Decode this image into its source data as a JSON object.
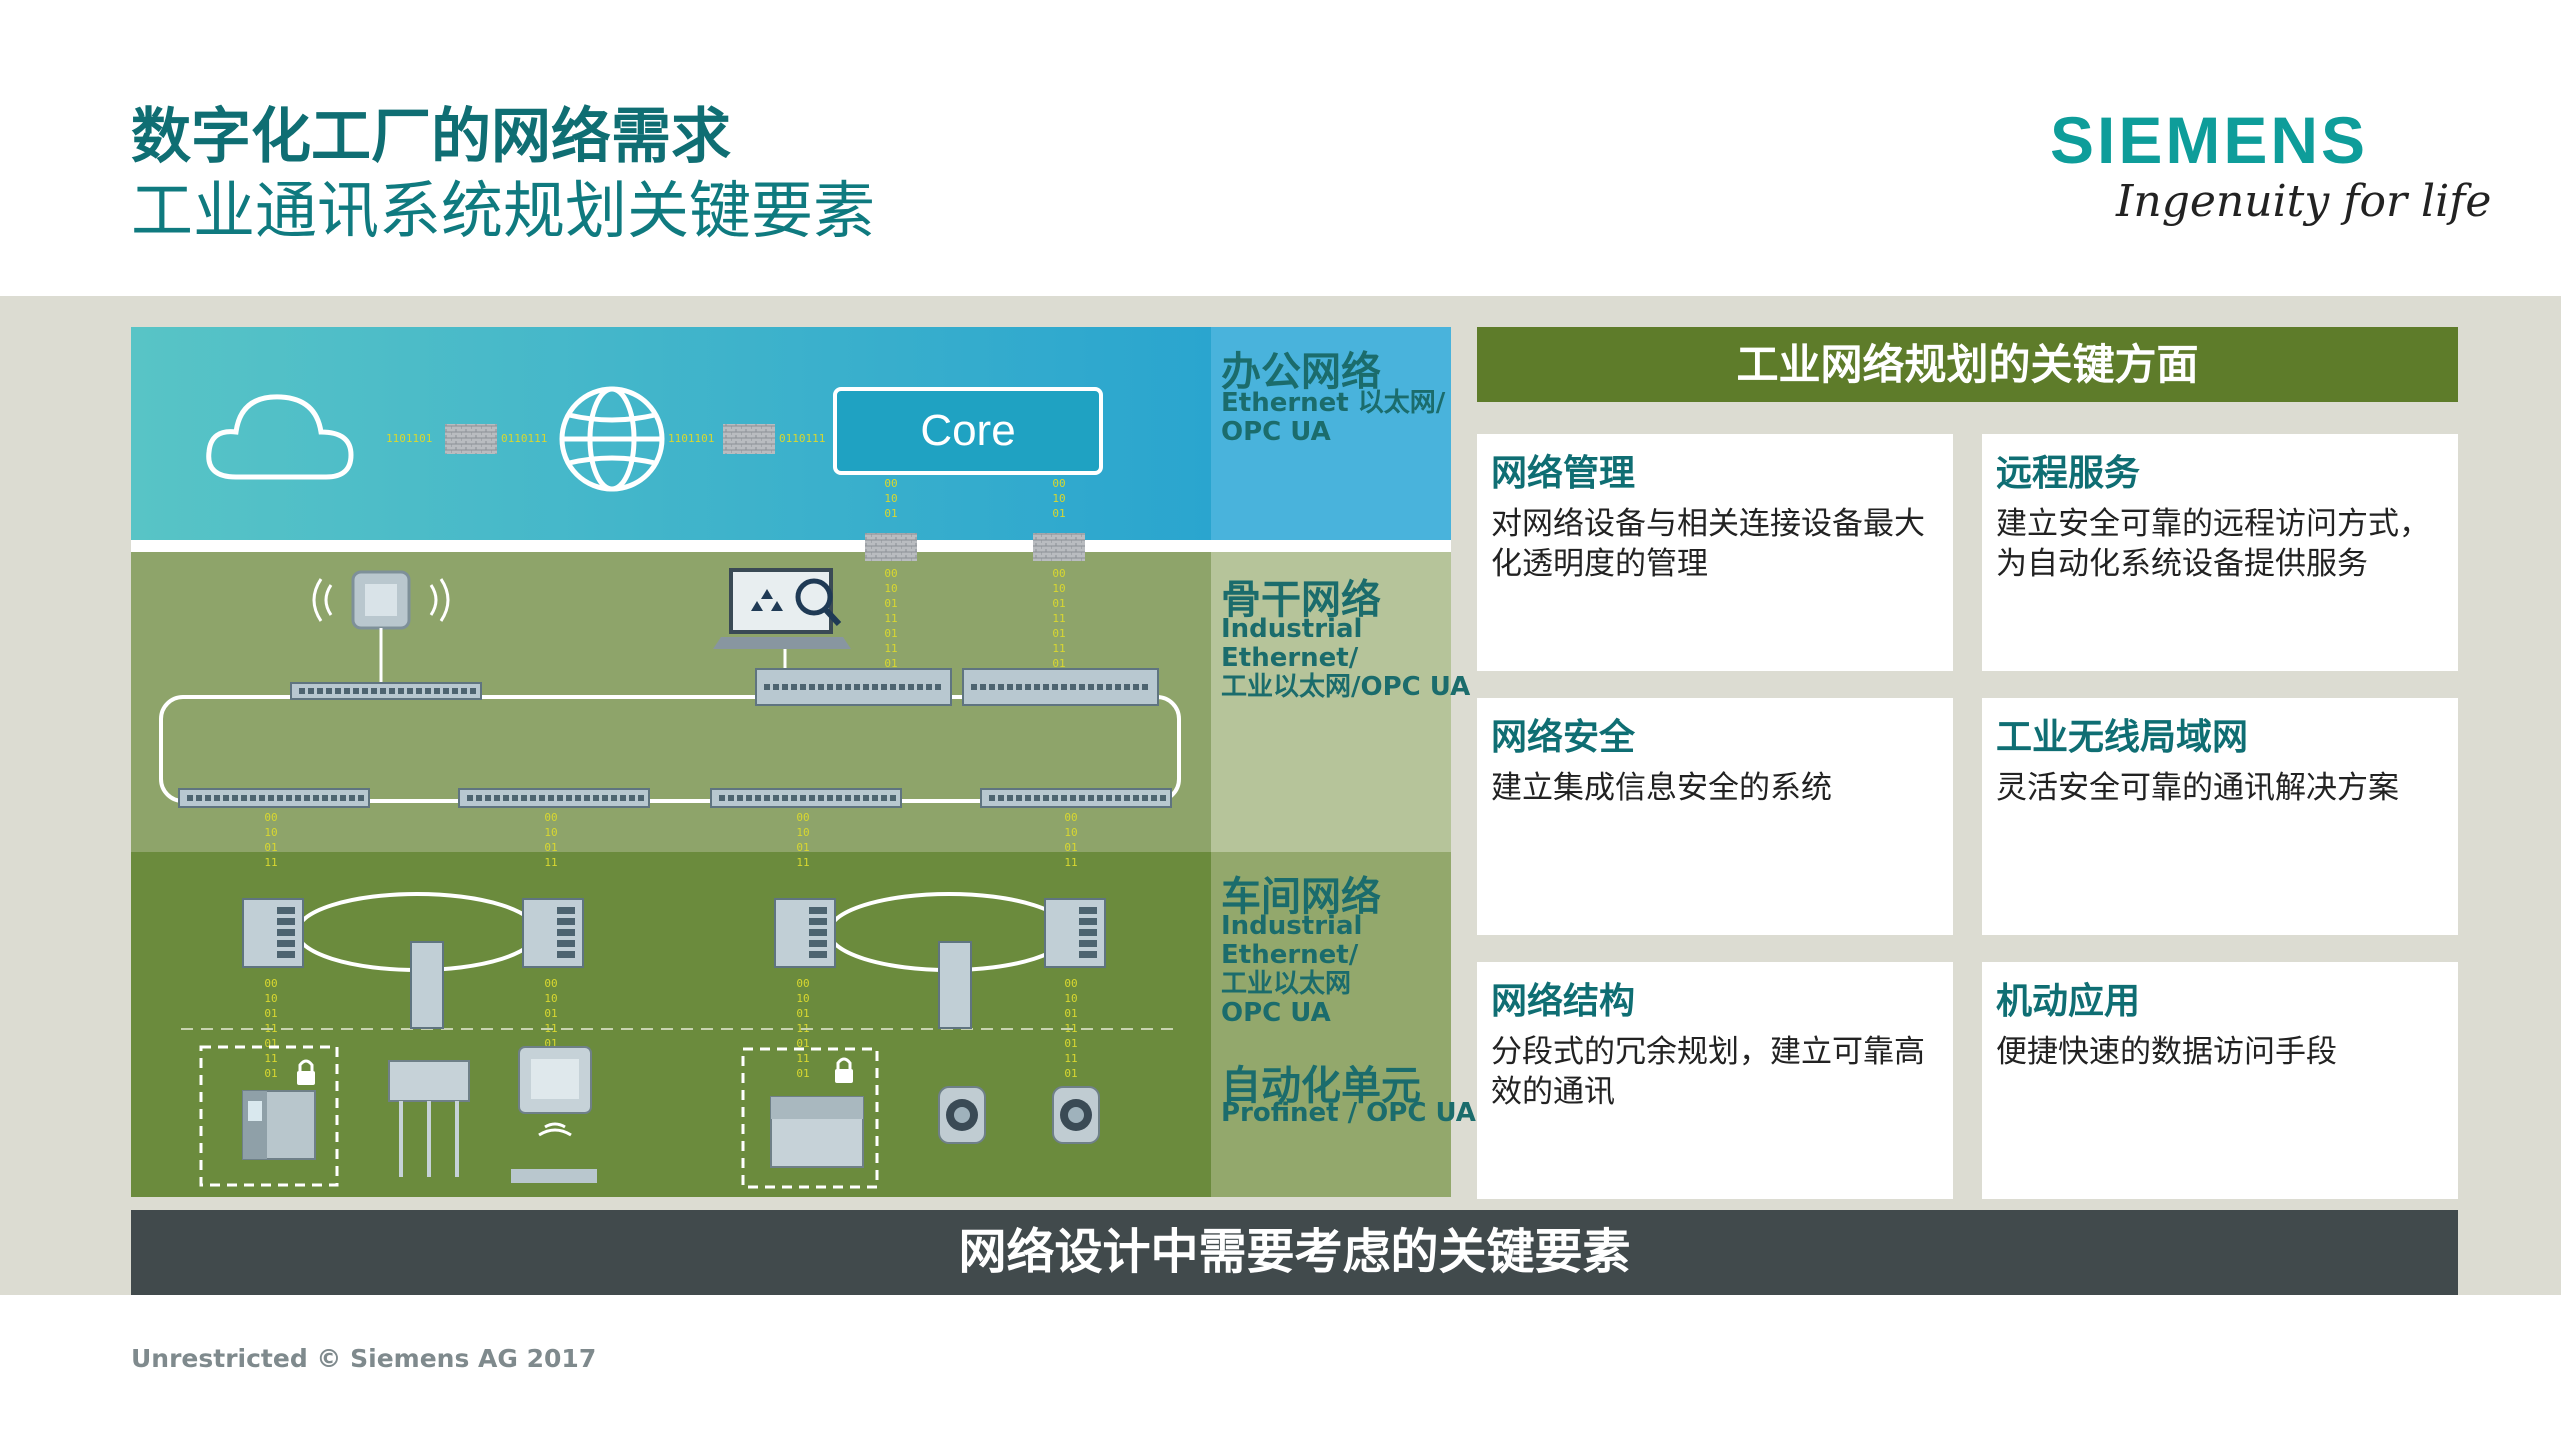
{
  "header": {
    "title": "数字化工厂的网络需求",
    "subtitle": "工业通讯系统规划关键要素"
  },
  "brand": {
    "name": "SIEMENS",
    "tagline": "Ingenuity for life",
    "color": "#0e9d9a"
  },
  "diagram": {
    "core_label": "Core",
    "binary_strings": [
      "1101101",
      "0110111",
      "1101101",
      "0110111"
    ],
    "binary_column": [
      "00",
      "10",
      "01",
      "11",
      "01",
      "11",
      "01",
      "10",
      "11",
      "00",
      "10"
    ],
    "layers": [
      {
        "title": "办公网络",
        "sub": [
          "Ethernet 以太网/",
          "OPC UA"
        ]
      },
      {
        "title": "骨干网络",
        "sub": [
          "Industrial",
          "Ethernet/",
          "工业以太网/OPC UA"
        ]
      },
      {
        "title": "车间网络",
        "sub": [
          "Industrial",
          "Ethernet/",
          "工业以太网",
          "OPC UA"
        ]
      },
      {
        "title": "自动化单元",
        "sub": [
          "Profinet / OPC UA"
        ]
      }
    ],
    "colors": {
      "office": "#3fb6c8",
      "backbone": "#8ea46a",
      "shop": "#6b8b3d",
      "label_bg_office": "#49b3dc",
      "label_bg_backbone": "#b6c49a",
      "label_bg_shop": "#93a86c"
    }
  },
  "panel": {
    "title": "工业网络规划的关键方面",
    "cards": [
      {
        "title": "网络管理",
        "body": "对网络设备与相关连接设备最大化透明度的管理"
      },
      {
        "title": "远程服务",
        "body": "建立安全可靠的远程访问方式，为自动化系统设备提供服务"
      },
      {
        "title": "网络安全",
        "body": "建立集成信息安全的系统"
      },
      {
        "title": "工业无线局域网",
        "body": "灵活安全可靠的通讯解决方案"
      },
      {
        "title": "网络结构",
        "body": "分段式的冗余规划，建立可靠高效的通讯"
      },
      {
        "title": "机动应用",
        "body": "便捷快速的数据访问手段"
      }
    ]
  },
  "footer": {
    "bar": "网络设计中需要考虑的关键要素",
    "copyright": "Unrestricted © Siemens AG 2017"
  }
}
